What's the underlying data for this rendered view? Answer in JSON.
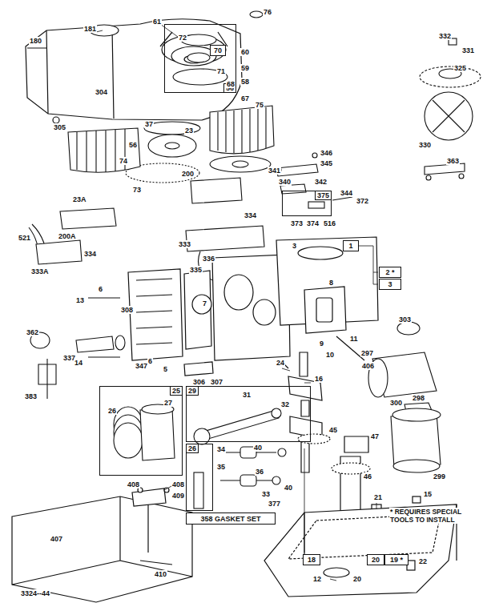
{
  "diagram": {
    "nodes": [
      {
        "text": [
          "56"
        ]
      },
      {
        "text": [
          "70"
        ],
        "in": 0
      },
      {
        "text": [
          "375"
        ]
      },
      {
        "text": [
          "1"
        ]
      },
      {
        "text": [
          "2 *"
        ]
      },
      {
        "text": [
          "3"
        ]
      },
      {
        "text": [
          "25"
        ]
      },
      {
        "text": [
          "29"
        ]
      },
      {
        "text": [
          "26"
        ]
      },
      {
        "text": [
          "358 GASKET SET"
        ]
      },
      {
        "text": [
          "18"
        ]
      },
      {
        "text": [
          "20"
        ]
      },
      {
        "text": [
          "19 *"
        ]
      }
    ],
    "labels": [
      "181",
      "61",
      "180",
      "60",
      "59",
      "58",
      "304",
      "305",
      "76",
      "72",
      "71",
      "68",
      "67",
      "332",
      "331",
      "325",
      "75",
      "37",
      "56",
      "74",
      "73",
      "23",
      "330",
      "23A",
      "346",
      "345",
      "341",
      "363",
      "340",
      "342",
      "344",
      "372",
      "373",
      "374",
      "516",
      "200",
      "200A",
      "521",
      "334",
      "333A",
      "334",
      "336",
      "333",
      "335",
      "6",
      "13",
      "308",
      "7",
      "362",
      "337",
      "347",
      "14",
      "6",
      "5",
      "306",
      "307",
      "8",
      "9",
      "10",
      "11",
      "406",
      "303",
      "297",
      "300",
      "298",
      "299",
      "24",
      "16",
      "45",
      "47",
      "46",
      "31",
      "32",
      "27",
      "26",
      "40",
      "34",
      "35",
      "36",
      "33",
      "40",
      "377",
      "21",
      "15",
      "408",
      "408",
      "409",
      "407",
      "410",
      "22",
      "12",
      "20",
      "* REQUIRES SPECIAL TOOLS TO INSTALL",
      "3324--44",
      "3",
      "383"
    ]
  }
}
